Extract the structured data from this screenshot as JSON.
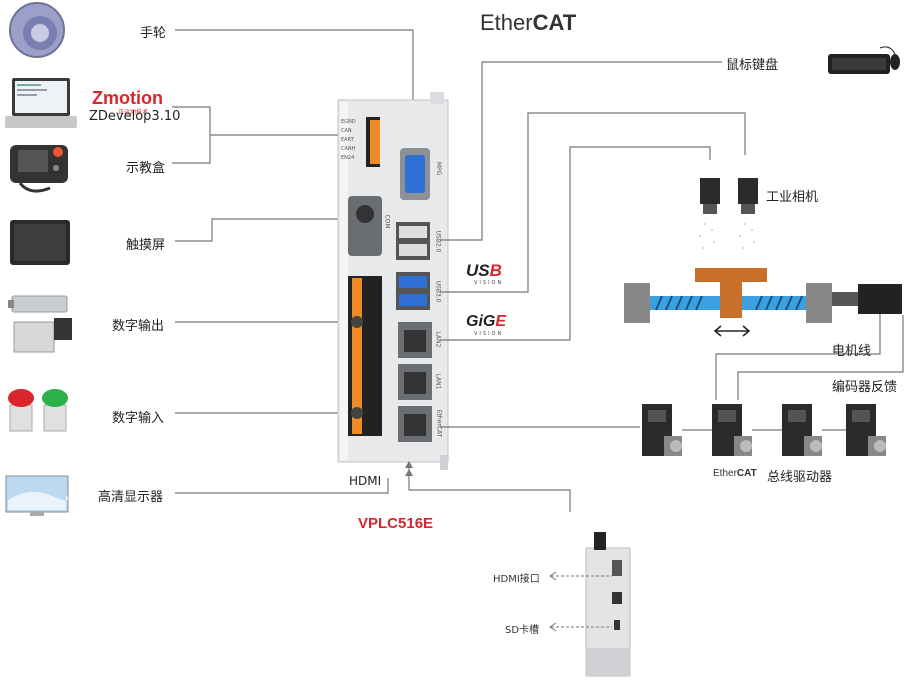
{
  "left_labels": {
    "handwheel": "手轮",
    "zdevelop": "ZDevelop3.10",
    "teach_pendant": "示教盒",
    "touchscreen": "触摸屏",
    "digital_output": "数字输出",
    "digital_input": "数字输入",
    "hd_display": "高清显示器"
  },
  "right_labels": {
    "mouse_keyboard": "鼠标键盘",
    "industrial_camera": "工业相机",
    "motor_line": "电机线",
    "encoder_feedback": "编码器反馈",
    "bus_driver": "总线驱动器"
  },
  "brands": {
    "zmotion": "Zmotion",
    "zmotion_sub": "正运动技术",
    "ethercat_prefix": "Ether",
    "ethercat_suffix": "CAT",
    "ethercat_small_prefix": "Ether",
    "ethercat_small_suffix": "CAT",
    "usb3_prefix": "US",
    "usb3_suffix": "B",
    "usb3_vision": "VISION",
    "gige_prefix": "GiG",
    "gige_suffix": "E",
    "gige_vision": "VISION"
  },
  "controller": {
    "model": "VPLC516E",
    "hdmi_label": "HDMI",
    "port_labels": [
      "EGND",
      "CAN",
      "EART",
      "CANH",
      "EN24"
    ],
    "side_port_labels": [
      "MPG",
      "COM",
      "USB2.0",
      "USB3.0",
      "LAN2",
      "LAN1",
      "EtherCAT"
    ]
  },
  "side_view": {
    "hdmi_port": "HDMI接口",
    "sd_slot": "SD卡槽"
  },
  "colors": {
    "brand_red": "#d9252b",
    "wire": "#777777",
    "orange": "#f08a24",
    "blue_port": "#2f6fd6",
    "screw_blue": "#3aa0e0",
    "slider_orange": "#c8702a"
  }
}
